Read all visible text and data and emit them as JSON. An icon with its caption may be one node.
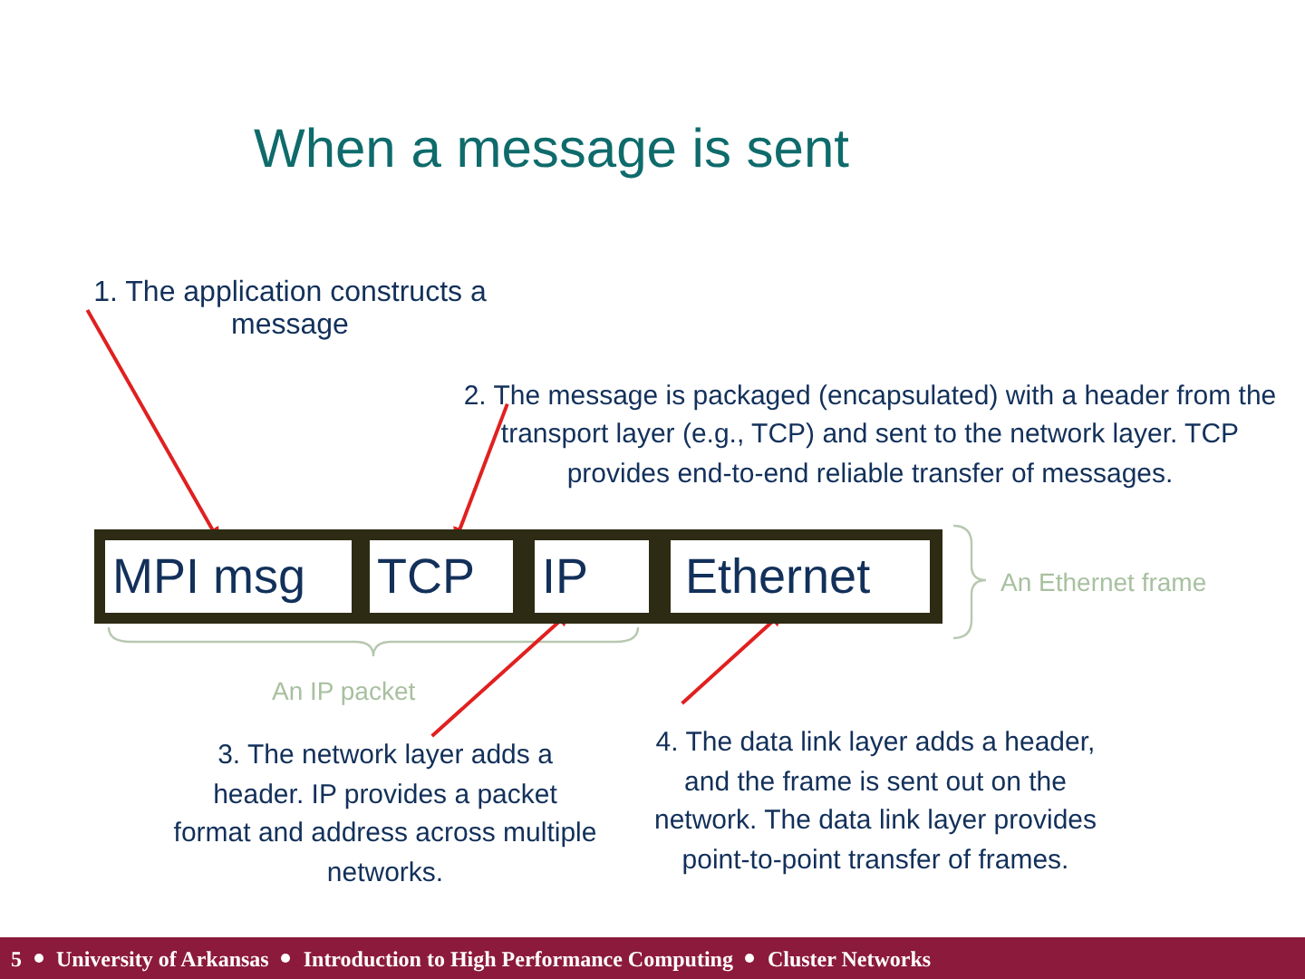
{
  "diagram": {
    "title": "When a message is sent",
    "nodes": [
      {
        "text": [],
        "shape": "bar"
      },
      {
        "text": [
          "MPI msg"
        ],
        "in": 0
      },
      {
        "text": [
          "TCP"
        ],
        "in": 0
      },
      {
        "text": [
          "IP"
        ],
        "in": 0
      },
      {
        "text": [
          "Ethernet"
        ],
        "in": 0
      },
      {
        "text": [
          "1. The application constructs a message"
        ]
      },
      {
        "text": [
          "2. The message is packaged (encapsulated) with a header from the transport layer (e.g., TCP) and sent to the network layer.  TCP provides end-to-end reliable transfer of messages."
        ]
      },
      {
        "text": [
          "3. The network layer adds a header.  IP provides a packet format and address across multiple networks."
        ]
      },
      {
        "text": [
          "4. The data link layer adds a header, and the frame is sent out on the network.  The data link layer provides point-to-point transfer of frames."
        ]
      }
    ],
    "edges": [
      {
        "from": 5,
        "to": 1,
        "arrow": "to"
      },
      {
        "from": 6,
        "to": 2,
        "arrow": "to"
      },
      {
        "from": 7,
        "to": 3,
        "arrow": "to"
      },
      {
        "from": 8,
        "to": 4,
        "arrow": "to"
      }
    ],
    "labels": [
      "An Ethernet frame",
      "An IP packet",
      "5",
      "University of Arkansas",
      "Introduction to High Performance Computing",
      "Cluster Networks"
    ]
  }
}
